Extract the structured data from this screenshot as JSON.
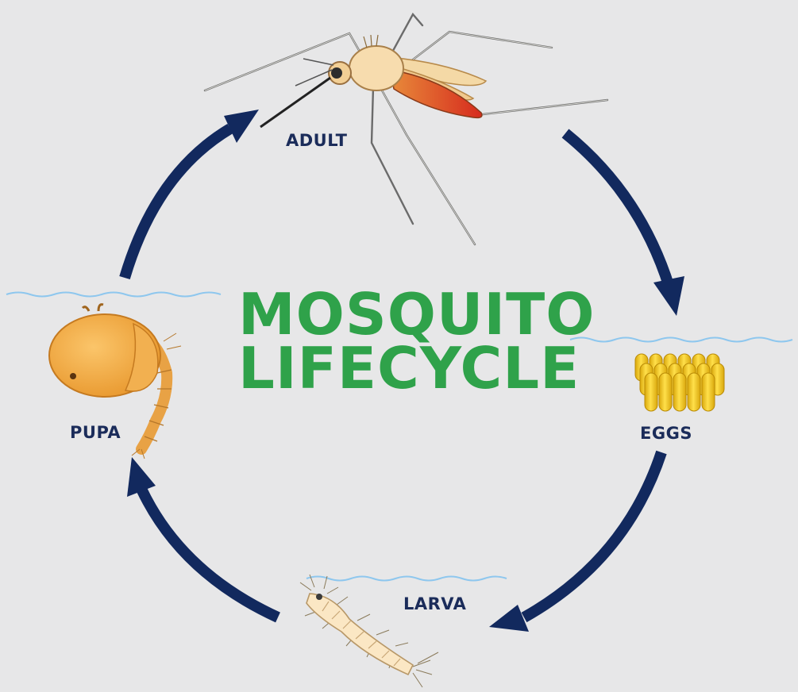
{
  "diagram": {
    "title_line1": "MOSQUITO",
    "title_line2": "LIFECYCLE",
    "stages": {
      "adult": "ADULT",
      "eggs": "EGGS",
      "larva": "LARVA",
      "pupa": "PUPA"
    },
    "cycle_order": [
      "adult",
      "eggs",
      "larva",
      "pupa"
    ]
  },
  "colors": {
    "background": "#e7e7e8",
    "arrow": "#12295e",
    "title": "#2fa24a",
    "label": "#1b2c5a",
    "water": "#8ec7ee"
  }
}
